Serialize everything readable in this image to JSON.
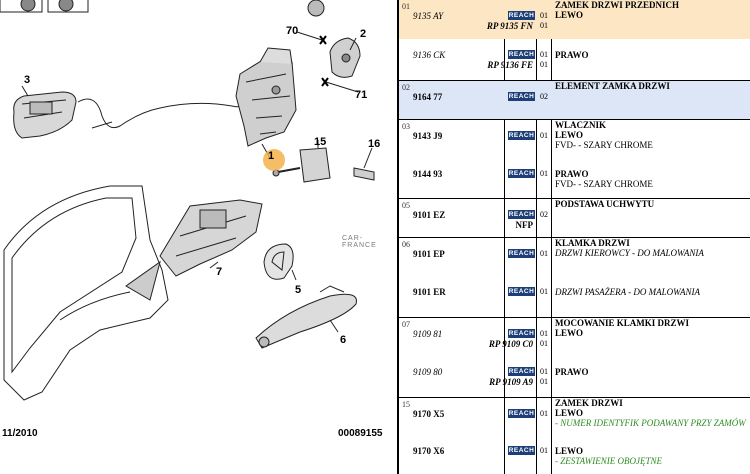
{
  "diagram": {
    "callouts": [
      "70",
      "2",
      "3",
      "71",
      "1",
      "15",
      "16",
      "7",
      "5",
      "6"
    ],
    "date": "11/2010",
    "ref": "00089155",
    "watermark": "CAR-FRANCE"
  },
  "table": {
    "rows": [
      {
        "group": "01",
        "lines": [
          {
            "part": "9135 AY",
            "italic": true,
            "reach": "REACH",
            "rp": "RP 9135 FN",
            "qty": [
              "01",
              "01"
            ],
            "desc": [
              {
                "t": "ZAMEK DRZWI PRZEDNICH",
                "s": "b"
              },
              {
                "t": "LEWO",
                "s": "b"
              }
            ]
          },
          {
            "part": "9136 CK",
            "italic": true,
            "reach": "REACH",
            "rp": "RP 9136 FE",
            "qty": [
              "01",
              "01"
            ],
            "desc": [
              {
                "t": "PRAWO",
                "s": "b"
              }
            ]
          }
        ]
      },
      {
        "group": "02",
        "lines": [
          {
            "part": "9164 77",
            "italic": false,
            "reach": "REACH",
            "rp": "",
            "qty": [
              "02"
            ],
            "desc": [
              {
                "t": "ELEMENT ZAMKA DRZWI",
                "s": "b"
              }
            ]
          }
        ]
      },
      {
        "group": "03",
        "lines": [
          {
            "part": "9143 J9",
            "italic": false,
            "reach": "REACH",
            "rp": "",
            "qty": [
              "01"
            ],
            "desc": [
              {
                "t": "WLACZNIK",
                "s": "b"
              },
              {
                "t": "LEWO",
                "s": "b"
              },
              {
                "t": "FVD- - SZARY CHROME",
                "s": ""
              }
            ]
          },
          {
            "part": "9144 93",
            "italic": false,
            "reach": "REACH",
            "rp": "",
            "qty": [
              "01"
            ],
            "desc": [
              {
                "t": "PRAWO",
                "s": "b"
              },
              {
                "t": "FVD- - SZARY CHROME",
                "s": ""
              }
            ]
          }
        ]
      },
      {
        "group": "05",
        "lines": [
          {
            "part": "9101 EZ",
            "italic": false,
            "reach": "REACH",
            "rp": "NFP",
            "qty": [
              "02"
            ],
            "desc": [
              {
                "t": "PODSTAWA UCHWYTU",
                "s": "b"
              }
            ]
          }
        ]
      },
      {
        "group": "06",
        "lines": [
          {
            "part": "9101 EP",
            "italic": false,
            "reach": "REACH",
            "rp": "",
            "qty": [
              "01"
            ],
            "desc": [
              {
                "t": "KLAMKA DRZWI",
                "s": "b"
              },
              {
                "t": "DRZWI KIEROWCY - DO MALOWANIA",
                "s": "it"
              }
            ]
          },
          {
            "part": "9101 ER",
            "italic": false,
            "reach": "REACH",
            "rp": "",
            "qty": [
              "01"
            ],
            "desc": [
              {
                "t": "DRZWI PASAŻERA - DO MALOWANIA",
                "s": "it"
              }
            ]
          }
        ]
      },
      {
        "group": "07",
        "lines": [
          {
            "part": "9109 81",
            "italic": true,
            "reach": "REACH",
            "rp": "RP 9109 C0",
            "qty": [
              "01",
              "01"
            ],
            "desc": [
              {
                "t": "MOCOWANIE KLAMKI DRZWI",
                "s": "b"
              },
              {
                "t": "LEWO",
                "s": "b"
              }
            ]
          },
          {
            "part": "9109 80",
            "italic": true,
            "reach": "REACH",
            "rp": "RP 9109 A9",
            "qty": [
              "01",
              "01"
            ],
            "desc": [
              {
                "t": "PRAWO",
                "s": "b"
              }
            ]
          }
        ]
      },
      {
        "group": "15",
        "lines": [
          {
            "part": "9170 X5",
            "italic": false,
            "reach": "REACH",
            "rp": "",
            "qty": [
              "01"
            ],
            "desc": [
              {
                "t": "ZAMEK DRZWI",
                "s": "b"
              },
              {
                "t": "LEWO",
                "s": "b"
              },
              {
                "t": "- NUMER IDENTYFIK PODAWANY PRZY ZAMÓW",
                "s": "green"
              }
            ]
          },
          {
            "part": "9170 X6",
            "italic": false,
            "reach": "REACH",
            "rp": "",
            "qty": [
              "01"
            ],
            "desc": [
              {
                "t": "LEWO",
                "s": "b"
              },
              {
                "t": "- ZESTAWIENIE OBOJĘTNE",
                "s": "green"
              }
            ]
          }
        ]
      }
    ]
  }
}
